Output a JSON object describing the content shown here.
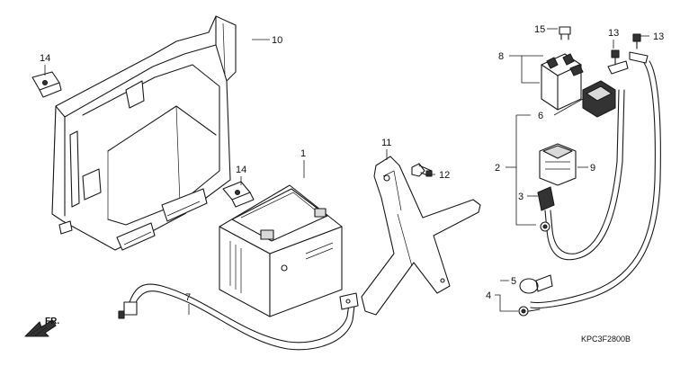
{
  "diagram": {
    "code": "KPC3F2800B",
    "direction_label": "FR.",
    "callouts": {
      "c1": "1",
      "c2": "2",
      "c3": "3",
      "c4": "4",
      "c5": "5",
      "c6": "6",
      "c7": "7",
      "c8": "8",
      "c9": "9",
      "c10": "10",
      "c11": "11",
      "c12": "12",
      "c13a": "13",
      "c13b": "13",
      "c14a": "14",
      "c14b": "14",
      "c15": "15"
    }
  }
}
